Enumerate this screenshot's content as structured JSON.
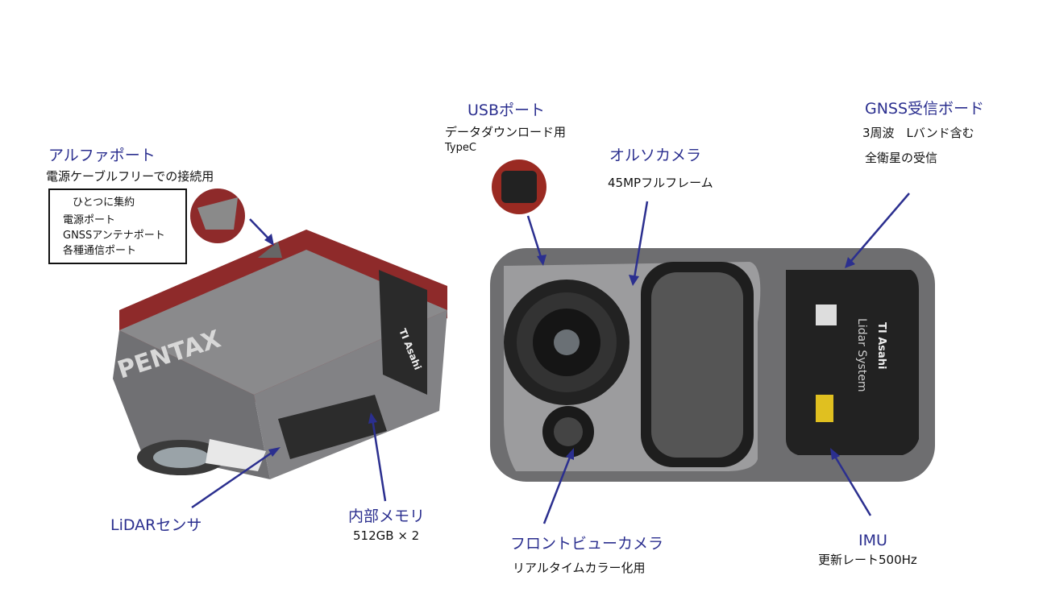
{
  "labels": {
    "alpha_port": {
      "title": "アルファポート",
      "desc": "電源ケーブルフリーでの接続用"
    },
    "alpha_box": {
      "heading": "ひとつに集約",
      "items": [
        "電源ポート",
        "GNSSアンテナポート",
        "各種通信ポート"
      ]
    },
    "usb_port": {
      "title": "USBポート",
      "desc": "データダウンロード用",
      "type": "TypeC"
    },
    "ortho_camera": {
      "title": "オルソカメラ",
      "desc": "45MPフルフレーム"
    },
    "gnss_board": {
      "title": "GNSS受信ボード",
      "desc1": "3周波　Lバンド含む",
      "desc2": "全衛星の受信"
    },
    "lidar_sensor": {
      "title": "LiDARセンサ"
    },
    "memory": {
      "title": "内部メモリ",
      "desc": "512GB × 2"
    },
    "front_camera": {
      "title": "フロントビューカメラ",
      "desc": "リアルタイムカラー化用"
    },
    "imu": {
      "title": "IMU",
      "desc": "更新レート500Hz"
    }
  },
  "device": {
    "brand": "PENTAX",
    "maker": "TI Asahi",
    "product": "Lidar System"
  },
  "colors": {
    "title": "#2b2f8f",
    "arrow": "#2b2f8f",
    "body": "#7a7a7c",
    "accent": "#8e2a2a"
  }
}
